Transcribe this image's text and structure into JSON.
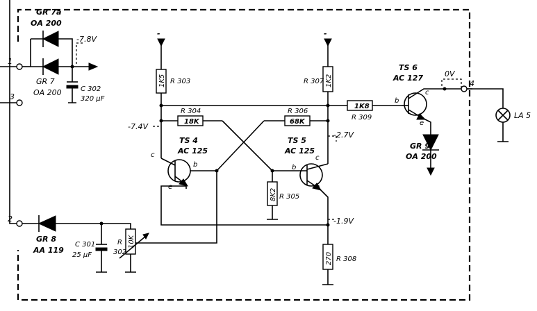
{
  "terminals": {
    "t1": "1",
    "t2": "2",
    "t3": "3",
    "t4": "4"
  },
  "components": {
    "gr7a": {
      "name": "GR 7a",
      "type": "OA 200"
    },
    "gr7": {
      "name": "GR 7",
      "type": "OA 200"
    },
    "c302": {
      "name": "C 302",
      "value": "320 μF"
    },
    "r303": {
      "name": "R 303",
      "value": "1K5"
    },
    "r307": {
      "name": "R 307",
      "value": "1K2"
    },
    "r304": {
      "name": "R 304",
      "value": "18K"
    },
    "r306": {
      "name": "R 306",
      "value": "68K"
    },
    "r309": {
      "name": "R 309",
      "value": "1K8"
    },
    "ts4": {
      "name": "TS 4",
      "type": "AC 125"
    },
    "ts5": {
      "name": "TS 5",
      "type": "AC 125"
    },
    "ts6": {
      "name": "TS 6",
      "type": "AC 127"
    },
    "r305": {
      "name": "R 305",
      "value": "8K2"
    },
    "gr9": {
      "name": "GR 9",
      "type": "OA 200"
    },
    "gr8": {
      "name": "GR 8",
      "type": "AA 119"
    },
    "c301": {
      "name": "C 301",
      "value": "25 μF"
    },
    "r302": {
      "name": "R",
      "name2": "302",
      "value": "10K"
    },
    "r308": {
      "name": "R 308",
      "value": "270"
    },
    "la5": {
      "name": "LA 5"
    }
  },
  "pin_labels": {
    "b": "b",
    "c": "c",
    "e": "e"
  },
  "voltages": {
    "v_diode": "-7.8V",
    "v_ts4c": "-7.4V",
    "v_ts5c": "-2.7V",
    "v_out": "0V",
    "v_emitter": "-1.9V"
  },
  "supply": {
    "minus": "-"
  }
}
